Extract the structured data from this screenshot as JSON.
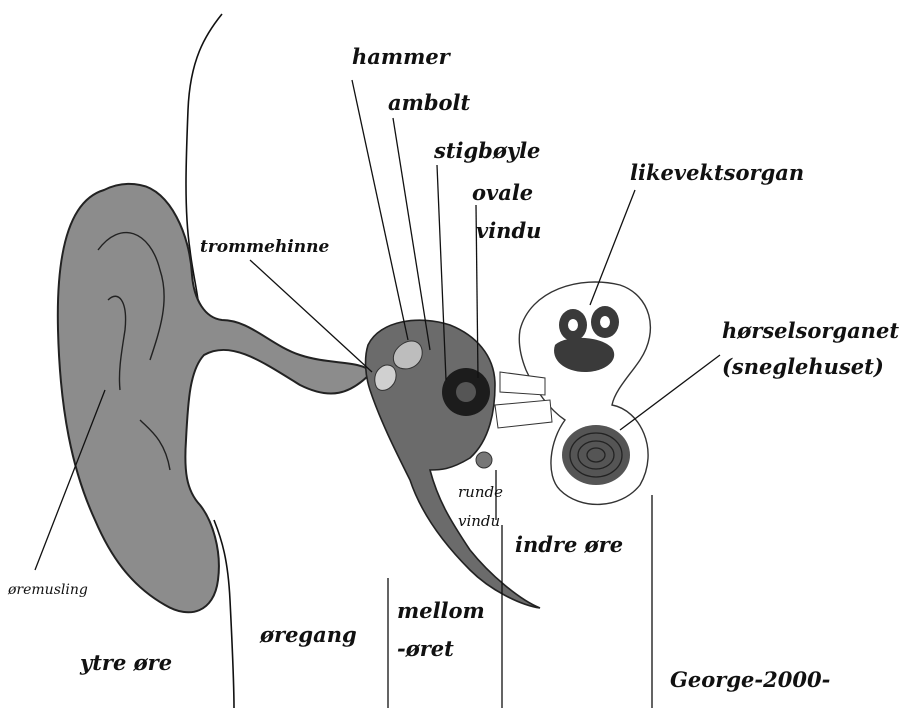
{
  "labels": {
    "hammer": "hammer",
    "ambolt": "ambolt",
    "stigboyle": "stigbøyle",
    "ovale_1": "ovale",
    "ovale_2": "vindu",
    "likevekt": "likevektsorgan",
    "trommehinne": "trommehinne",
    "horsel_1": "hørselsorganet",
    "horsel_2": "(sneglehuset)",
    "runde_1": "runde",
    "runde_2": "vindu",
    "indre": "indre øre",
    "oremusling": "øremusling",
    "oregang": "øregang",
    "mellom_1": "mellom",
    "mellom_2": "-øret",
    "ytre": "ytre øre",
    "signature": "George-2000-"
  },
  "colors": {
    "outer_ear": "#8c8c8c",
    "middle_ear": "#6b6b6b",
    "inner_dark": "#3a3a3a",
    "line": "#111111",
    "paper": "#ffffff"
  }
}
